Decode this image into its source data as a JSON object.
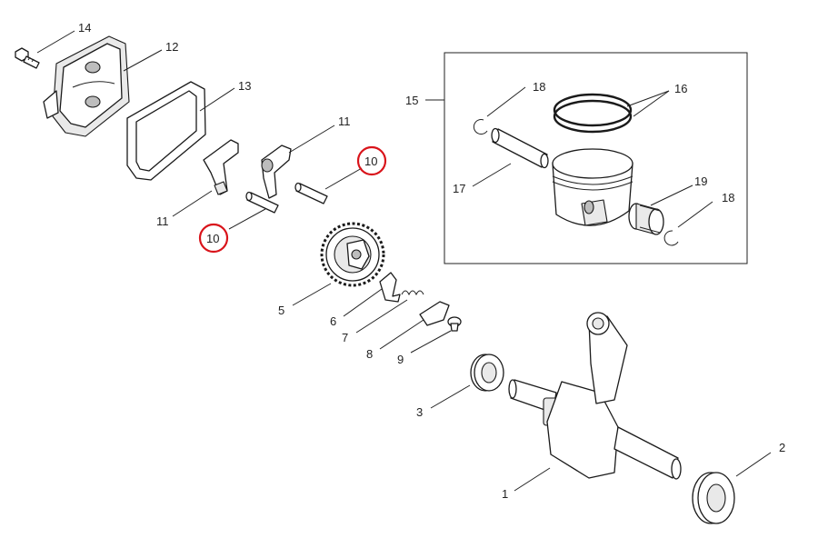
{
  "diagram": {
    "callouts": {
      "c1": "1",
      "c2": "2",
      "c3": "3",
      "c5": "5",
      "c6": "6",
      "c7": "7",
      "c8": "8",
      "c9": "9",
      "c10a": "10",
      "c10b": "10",
      "c11a": "11",
      "c11b": "11",
      "c12": "12",
      "c13": "13",
      "c14": "14",
      "c15": "15",
      "c16": "16",
      "c17": "17",
      "c18a": "18",
      "c18b": "18",
      "c19": "19"
    },
    "highlight_color": "#d9141b"
  }
}
